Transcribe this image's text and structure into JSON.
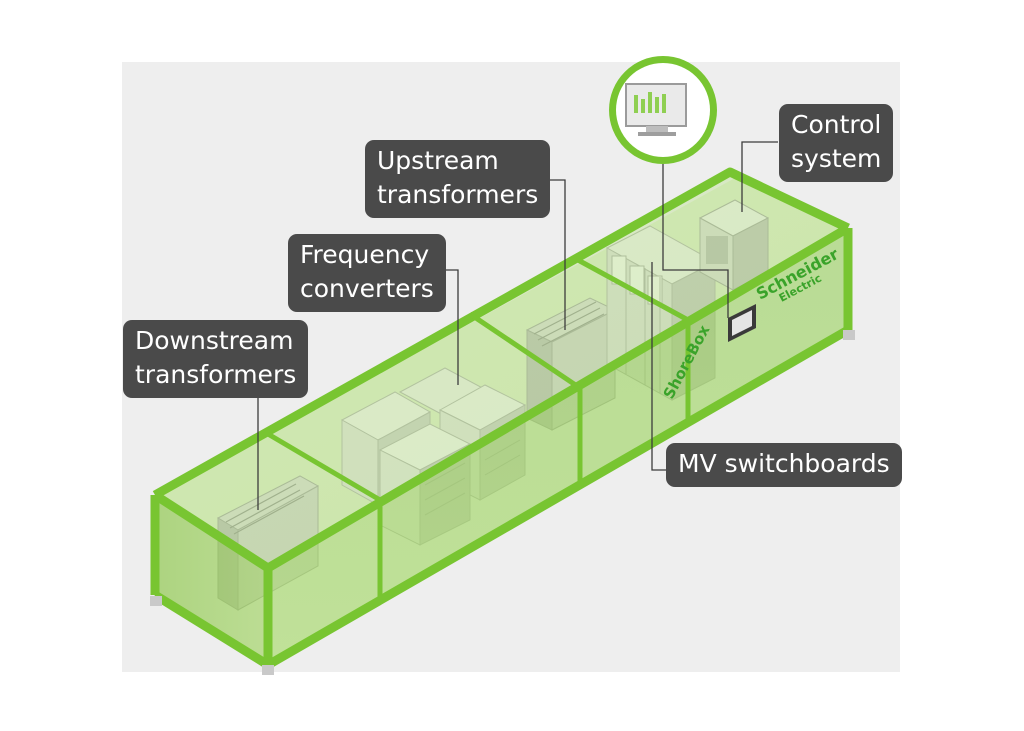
{
  "labels": {
    "downstream": {
      "line1": "Downstream",
      "line2": "transformers"
    },
    "frequency": {
      "line1": "Frequency",
      "line2": "converters"
    },
    "upstream": {
      "line1": "Upstream",
      "line2": "transformers"
    },
    "control": {
      "line1": "Control",
      "line2": "system"
    },
    "mv": {
      "line1": "MV switchboards"
    }
  },
  "branding": {
    "product_name": "ShoreBox",
    "company_line1": "Schneider",
    "company_line2": "Electric"
  },
  "colors": {
    "frame_green": "#78c531",
    "glass_green": "#a8dc6b",
    "callout_bg": "#4a4a4a",
    "brand_green": "#3aa32a"
  },
  "icons": [
    "monitor-icon",
    "schneider-logo-icon"
  ]
}
